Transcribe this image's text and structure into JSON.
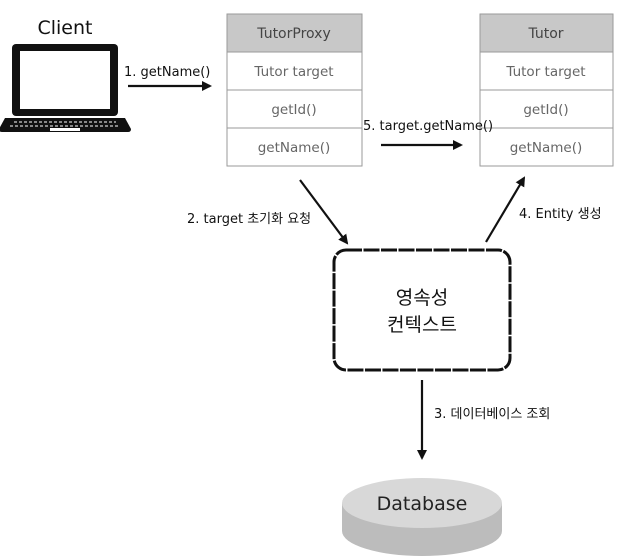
{
  "client": {
    "label": "Client"
  },
  "proxy_class": {
    "title": "TutorProxy",
    "rows": [
      "Tutor target",
      "getId()",
      "getName()"
    ]
  },
  "tutor_class": {
    "title": "Tutor",
    "rows": [
      "Tutor target",
      "getId()",
      "getName()"
    ]
  },
  "persistence_context": {
    "line1": "영속성",
    "line2": "컨텍스트"
  },
  "database": {
    "label": "Database"
  },
  "steps": {
    "s1": "1. getName()",
    "s2": "2. target 초기화 요청",
    "s3": "3. 데이터베이스 조회",
    "s4": "4. Entity 생성",
    "s5": "5. target.getName()"
  },
  "colors": {
    "class_header": "#c8c8c8",
    "class_border": "#9a9a9a",
    "arrow": "#111111",
    "db_fill": "#d4d4d4"
  }
}
